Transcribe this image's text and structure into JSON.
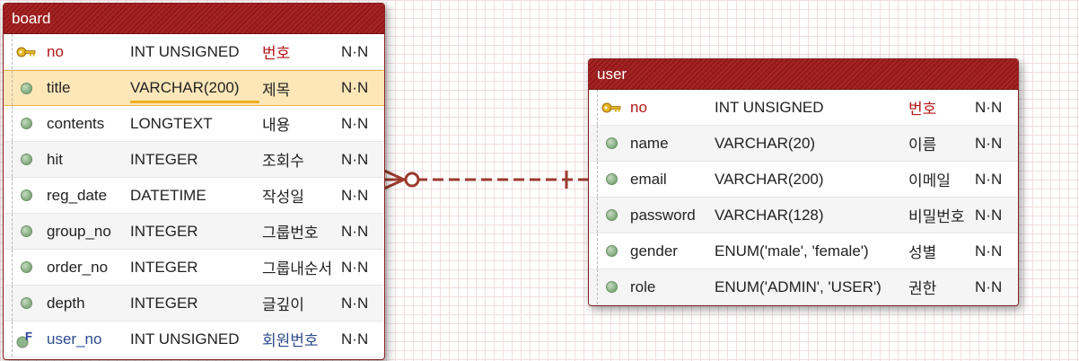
{
  "board": {
    "title": "board",
    "columns": [
      {
        "name": "no",
        "type": "INT UNSIGNED",
        "comment": "번호",
        "nullable": "N·N",
        "key": "pk"
      },
      {
        "name": "title",
        "type": "VARCHAR(200)",
        "comment": "제목",
        "nullable": "N·N",
        "key": "none",
        "selected": true
      },
      {
        "name": "contents",
        "type": "LONGTEXT",
        "comment": "내용",
        "nullable": "N·N",
        "key": "none"
      },
      {
        "name": "hit",
        "type": "INTEGER",
        "comment": "조회수",
        "nullable": "N·N",
        "key": "none"
      },
      {
        "name": "reg_date",
        "type": "DATETIME",
        "comment": "작성일",
        "nullable": "N·N",
        "key": "none"
      },
      {
        "name": "group_no",
        "type": "INTEGER",
        "comment": "그룹번호",
        "nullable": "N·N",
        "key": "none"
      },
      {
        "name": "order_no",
        "type": "INTEGER",
        "comment": "그룹내순서",
        "nullable": "N·N",
        "key": "none"
      },
      {
        "name": "depth",
        "type": "INTEGER",
        "comment": "글깊이",
        "nullable": "N·N",
        "key": "none"
      },
      {
        "name": "user_no",
        "type": "INT UNSIGNED",
        "comment": "회원번호",
        "nullable": "N·N",
        "key": "fk"
      }
    ]
  },
  "user": {
    "title": "user",
    "columns": [
      {
        "name": "no",
        "type": "INT UNSIGNED",
        "comment": "번호",
        "nullable": "N·N",
        "key": "pk"
      },
      {
        "name": "name",
        "type": "VARCHAR(20)",
        "comment": "이름",
        "nullable": "N·N",
        "key": "none"
      },
      {
        "name": "email",
        "type": "VARCHAR(200)",
        "comment": "이메일",
        "nullable": "N·N",
        "key": "none"
      },
      {
        "name": "password",
        "type": "VARCHAR(128)",
        "comment": "비밀번호",
        "nullable": "N·N",
        "key": "none"
      },
      {
        "name": "gender",
        "type": "ENUM('male', 'female')",
        "comment": "성별",
        "nullable": "N·N",
        "key": "none"
      },
      {
        "name": "role",
        "type": "ENUM('ADMIN', 'USER')",
        "comment": "권한",
        "nullable": "N·N",
        "key": "none"
      }
    ]
  },
  "relationship": {
    "from": "board",
    "to": "user",
    "from_cardinality": "zero-or-many",
    "to_cardinality": "exactly-one",
    "style": "dashed"
  },
  "colors": {
    "header": "#9c1d1d",
    "primary_key": "#b51515",
    "foreign_key": "#2b4a8c",
    "relationship_line": "#9c3b2e",
    "selected_row": "#fde7b8"
  }
}
